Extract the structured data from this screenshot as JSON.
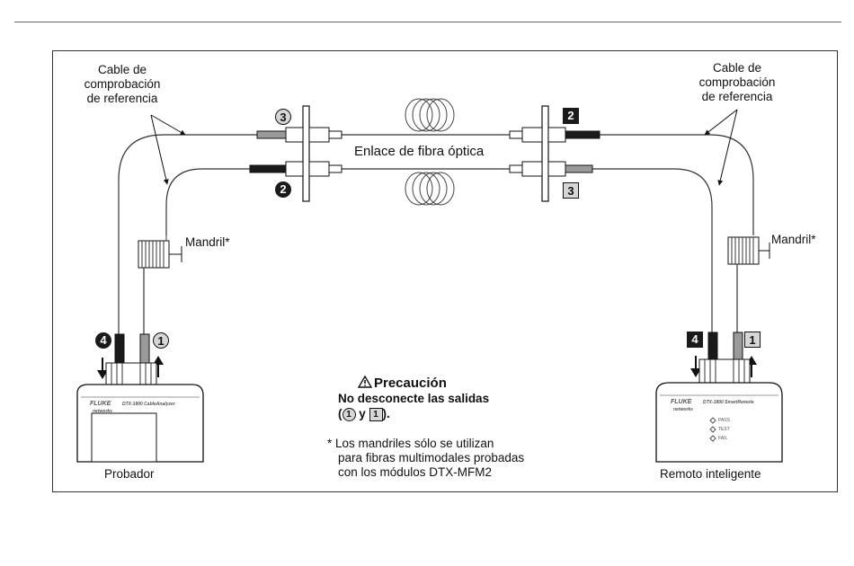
{
  "labels": {
    "ref_cable_left": [
      "Cable de",
      "comprobación",
      "de referencia"
    ],
    "ref_cable_right": [
      "Cable de",
      "comprobación",
      "de referencia"
    ],
    "fiber_link": "Enlace de fibra óptica",
    "mandrel_left": "Mandril*",
    "mandrel_right": "Mandril*",
    "tester": "Probador",
    "remote": "Remoto inteligente"
  },
  "badges": {
    "left_top": "3",
    "left_bottom": "2",
    "right_top": "2",
    "right_bottom": "3",
    "tester_left": "4",
    "tester_right": "1",
    "remote_left": "4",
    "remote_right": "1"
  },
  "caution": {
    "title": "Precaución",
    "line1": "No desconecte las salidas",
    "open_paren": "(",
    "mid": " y ",
    "close_paren": ").",
    "ref_circle": "1",
    "ref_square": "1"
  },
  "footnote": {
    "marker": "*",
    "line1": "Los mandriles sólo se utilizan",
    "line2": "para fibras multimodales probadas",
    "line3": "con los módulos DTX-MFM2"
  },
  "devices": {
    "tester_brand": "FLUKE",
    "tester_sub": "networks",
    "tester_model": "DTX-1800 CableAnalyzer",
    "remote_brand": "FLUKE",
    "remote_sub": "networks",
    "remote_model": "DTX-1800 SmartRemote",
    "remote_leds": [
      "PASS",
      "TEST",
      "FAIL"
    ]
  },
  "icons": {
    "warning": "warning-triangle-icon",
    "arrow_down": "arrow-down-icon",
    "arrow_up": "arrow-up-icon",
    "fiber_coil": "fiber-coil-icon"
  }
}
